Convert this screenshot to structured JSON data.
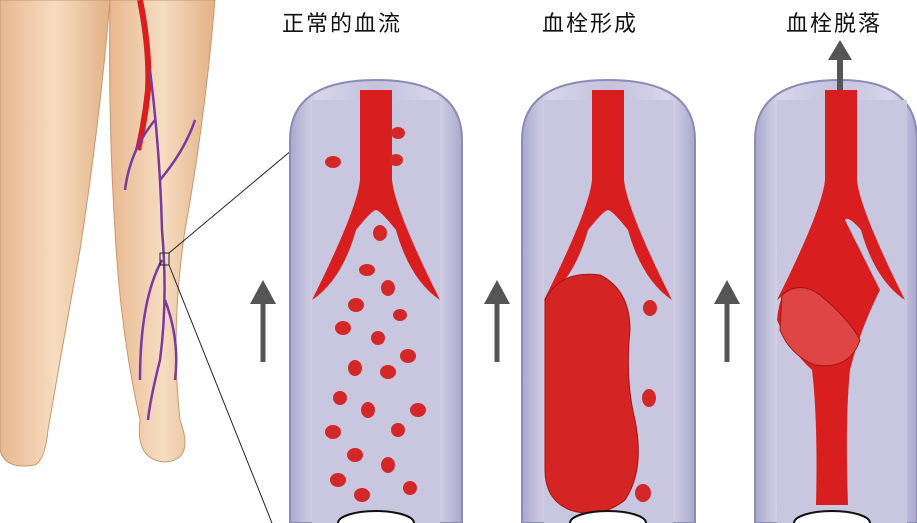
{
  "panels": [
    {
      "label": "正常的血流",
      "state": "normal"
    },
    {
      "label": "血栓形成",
      "state": "thrombus-formation"
    },
    {
      "label": "血栓脱落",
      "state": "thrombus-detachment"
    }
  ],
  "colors": {
    "vessel_wall": "#b9b8d6",
    "vessel_inner": "#c8c6df",
    "blood": "#d81e1e",
    "vein": "#7a3aa0",
    "skin": "#efc9a3",
    "arrow": "#555555"
  }
}
